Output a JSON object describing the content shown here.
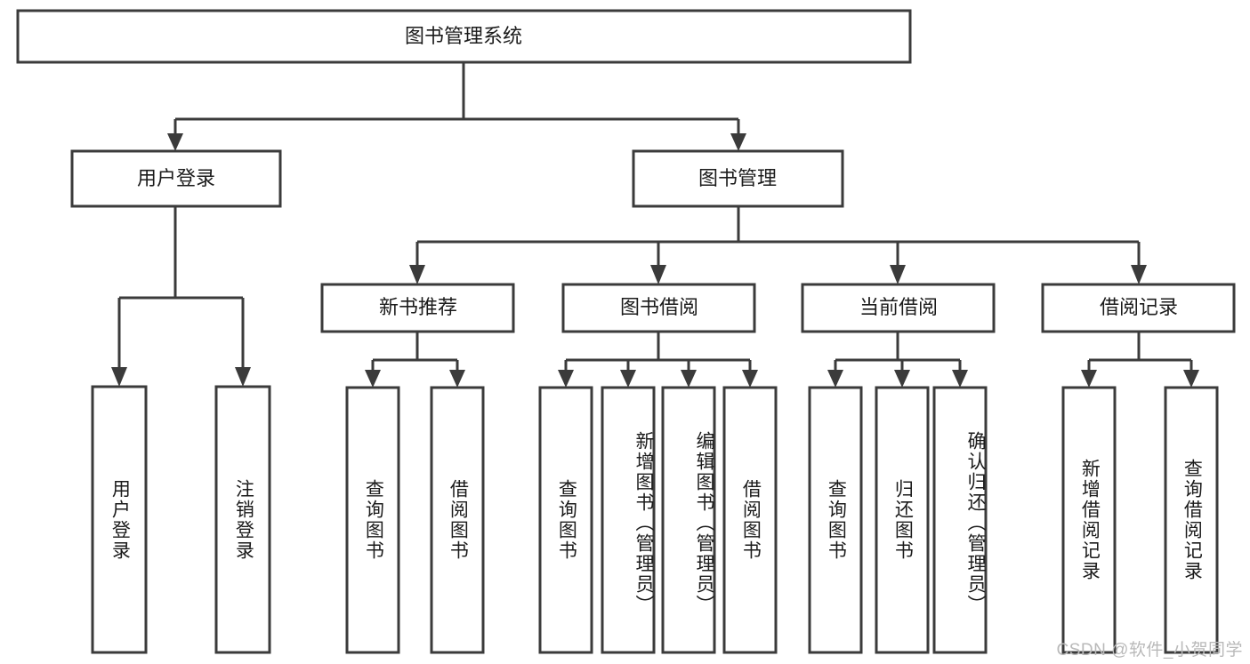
{
  "diagram": {
    "type": "hierarchy-tree",
    "title": "图书管理系统",
    "orientation": "top-down",
    "colors": {
      "stroke": "#3b3b3b",
      "fill": "#ffffff",
      "text": "#1b1b1b",
      "watermark": "#b9b9b9"
    },
    "root": {
      "label": "图书管理系统"
    },
    "level2": [
      {
        "label": "用户登录"
      },
      {
        "label": "图书管理"
      }
    ],
    "level3": [
      {
        "label": "新书推荐"
      },
      {
        "label": "图书借阅"
      },
      {
        "label": "当前借阅"
      },
      {
        "label": "借阅记录"
      }
    ],
    "leaves": {
      "user_login": [
        {
          "label": "用户登录"
        },
        {
          "label": "注销登录"
        }
      ],
      "new_book_recommend": [
        {
          "label": "查询图书"
        },
        {
          "label": "借阅图书"
        }
      ],
      "book_borrow": [
        {
          "label": "查询图书"
        },
        {
          "label": "新增图书（管理员）"
        },
        {
          "label": "编辑图书（管理员）"
        },
        {
          "label": "借阅图书"
        }
      ],
      "current_borrow": [
        {
          "label": "查询图书"
        },
        {
          "label": "归还图书"
        },
        {
          "label": "确认归还（管理员）"
        }
      ],
      "borrow_record": [
        {
          "label": "新增借阅记录"
        },
        {
          "label": "查询借阅记录"
        }
      ]
    },
    "watermark": "CSDN @软件_小贺同学"
  }
}
